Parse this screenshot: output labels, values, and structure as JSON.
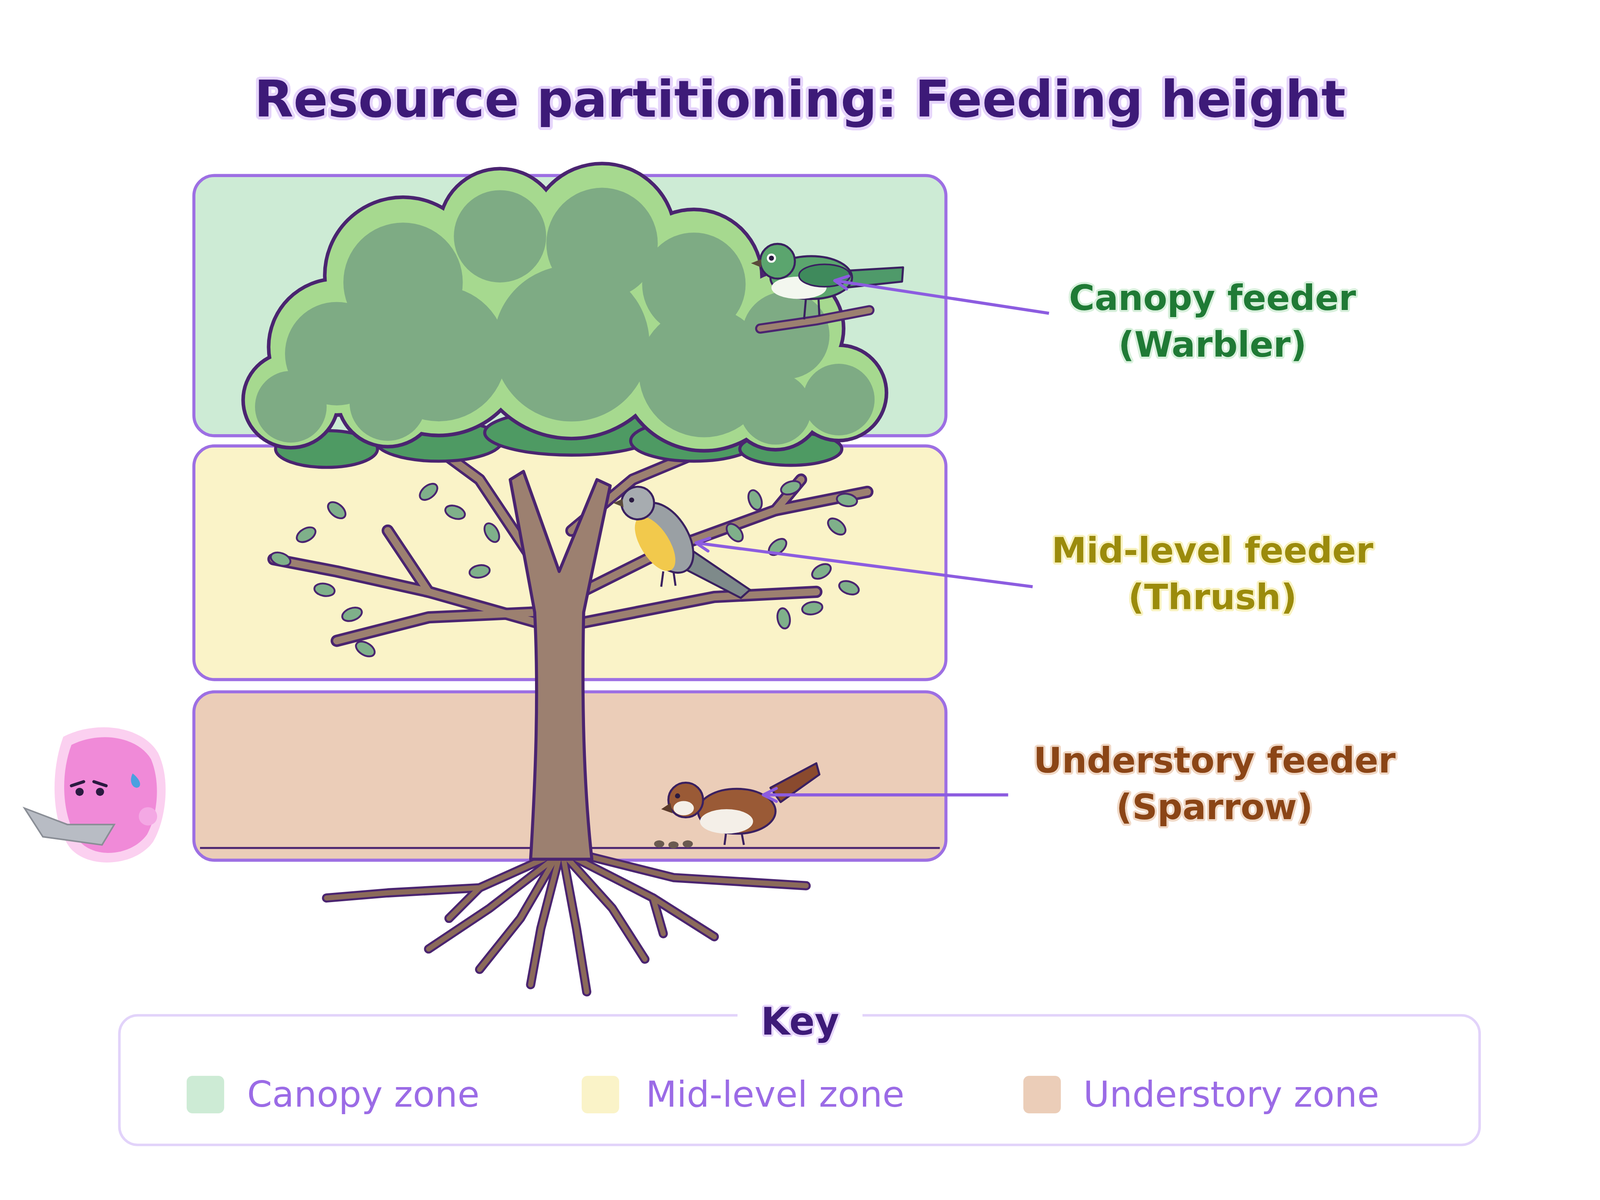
{
  "diagram": {
    "title": "Resource partitioning: Feeding height",
    "labels": [
      "Canopy feeder (Warbler)",
      "Mid-level feeder (Thrush)",
      "Understory feeder (Sparrow)",
      "Key"
    ],
    "legend": [
      {
        "text": "Canopy zone",
        "color": "#cdebd5"
      },
      {
        "text": "Mid-level zone",
        "color": "#faf3c8"
      },
      {
        "text": "Understory zone",
        "color": "#ebcdb8"
      }
    ]
  }
}
